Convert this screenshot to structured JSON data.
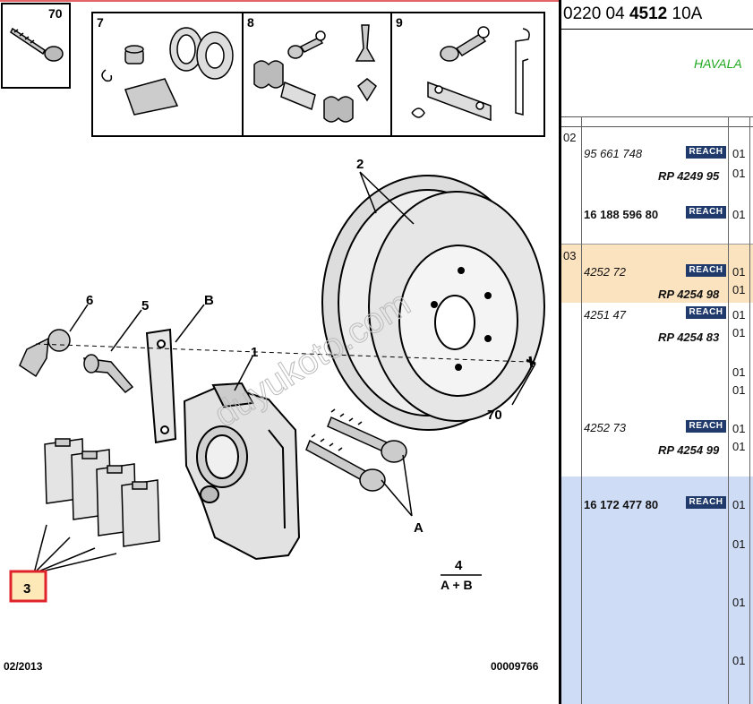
{
  "diagram": {
    "kit_labels": [
      "70",
      "7",
      "8",
      "9"
    ],
    "callouts": [
      "2",
      "6",
      "5",
      "B",
      "1",
      "70",
      "A",
      "4",
      "A + B",
      "3"
    ],
    "date": "02/2013",
    "drawing_number": "00009766",
    "watermark": "duyukoto.com"
  },
  "panel": {
    "reference": {
      "prefix": "0220 04 ",
      "bold": "4512",
      "suffix": " 10A"
    },
    "title": "HAVALA",
    "badge_label": "REACH",
    "row_colors": {
      "highlight": "#fbe3bf",
      "selected": "#cfdcf6",
      "accent": "#1fa81f",
      "badge": "#1f3a6b",
      "callout_box": "#e0222a",
      "callout_fill": "#fde9b8"
    },
    "rows": [
      {
        "index": "02",
        "part": "95 661 748",
        "part_alt": "RP 4249 95",
        "qty": "01",
        "qty2": "01"
      },
      {
        "part": "16 188 596 80",
        "qty": "01"
      },
      {
        "index": "03",
        "part": "4252 72",
        "part_alt": "RP 4254 98",
        "qty": "01",
        "qty2": "01"
      },
      {
        "part": "4251 47",
        "part_alt": "RP 4254 83",
        "qty": "01",
        "qty2": "01"
      },
      {
        "qty": "01",
        "qty2": "01"
      },
      {
        "part": "4252 73",
        "part_alt": "RP 4254 99",
        "qty": "01",
        "qty2": "01"
      },
      {
        "part": "16 172 477 80",
        "qty": "01",
        "qty2": "01",
        "qty3": "01",
        "qty4": "01"
      }
    ]
  }
}
